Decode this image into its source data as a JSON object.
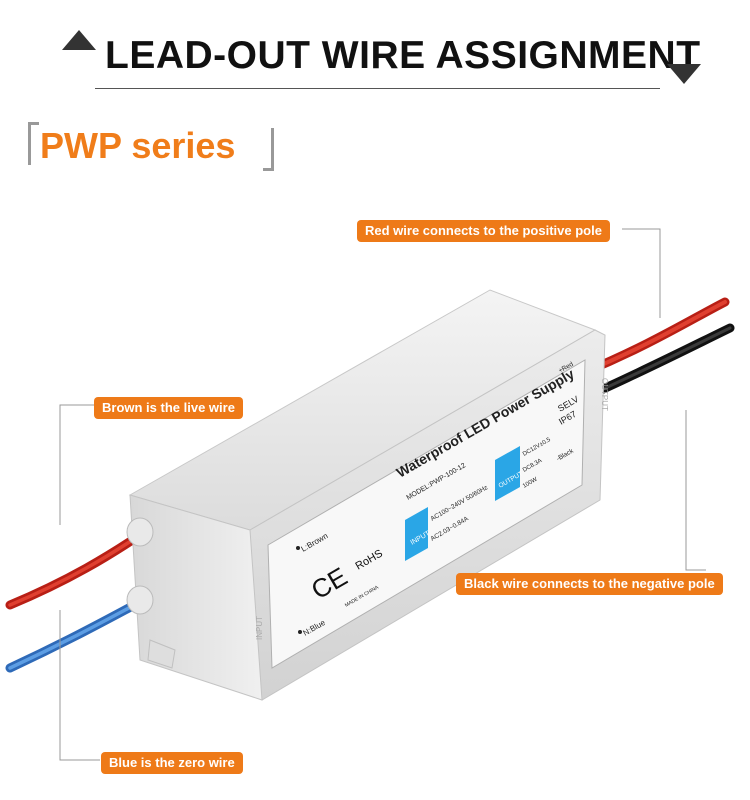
{
  "header": {
    "title": "LEAD-OUT WIRE ASSIGNMENT"
  },
  "series": {
    "title": "PWP series"
  },
  "callouts": {
    "red": "Red wire connects to the positive pole",
    "brown": "Brown is the live wire",
    "black": "Black wire connects to the negative pole",
    "blue": "Blue is the zero wire"
  },
  "product_label": {
    "heading": "Waterproof LED Power Supply",
    "model": "MODEL:PWP-100-12",
    "input_tag": "INPUT",
    "input_line1": "AC100~240V 50/60Hz",
    "input_line2": "AC2.03~0.84A",
    "output_tag": "OUTPUT",
    "output_line1": "DC12V±0.5",
    "output_line2": "DC8.3A",
    "output_line3": "100W",
    "brown": "L:Brown",
    "blue": "N:Blue",
    "ce": "CE",
    "rohs": "RoHS",
    "made_in": "MADE IN CHINA",
    "selv": "SELV",
    "ip": "IP67",
    "red": "+Red",
    "black": "-Black",
    "end_input": "INPUT",
    "end_output": "OUTPUT"
  },
  "colors": {
    "accent": "#ee7a18",
    "wire_red": "#d42a1e",
    "wire_blue": "#3a7fd0",
    "wire_black": "#1a1a1a",
    "label_blue": "#2aa6e6",
    "housing": "#e6e6e6"
  }
}
